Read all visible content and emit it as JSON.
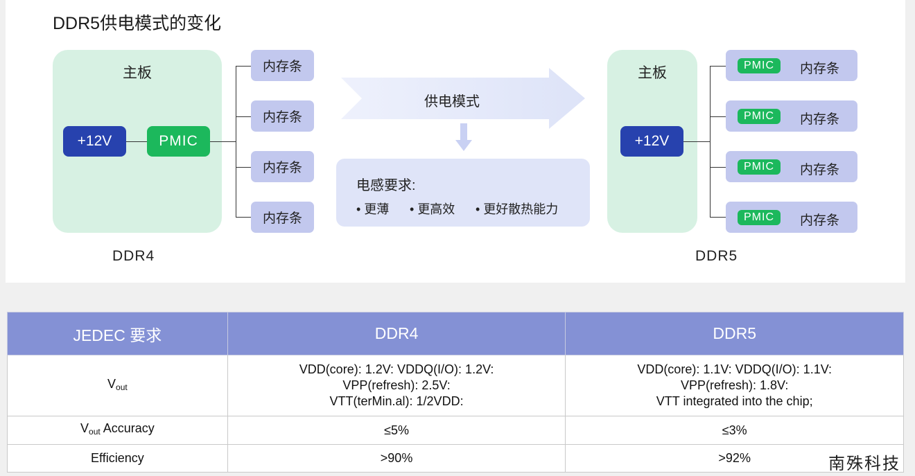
{
  "title": "DDR5供电模式的变化",
  "ddr4": {
    "board_label": "主板",
    "v12_label": "+12V",
    "pmic_label": "PMIC",
    "dimms": [
      "内存条",
      "内存条",
      "内存条",
      "内存条"
    ],
    "caption": "DDR4"
  },
  "center": {
    "arrow_label": "供电模式",
    "req_title": "电感要求:",
    "bullets": [
      "更薄",
      "更高效",
      "更好散热能力"
    ]
  },
  "ddr5": {
    "board_label": "主板",
    "v12_label": "+12V",
    "dimms": [
      {
        "pmic": "PMIC",
        "label": "内存条"
      },
      {
        "pmic": "PMIC",
        "label": "内存条"
      },
      {
        "pmic": "PMIC",
        "label": "内存条"
      },
      {
        "pmic": "PMIC",
        "label": "内存条"
      }
    ],
    "caption": "DDR5"
  },
  "table": {
    "headers": [
      "JEDEC 要求",
      "DDR4",
      "DDR5"
    ],
    "rows": [
      {
        "label_main": "V",
        "label_sub": "out",
        "label_suffix": "",
        "ddr4": [
          "VDD(core): 1.2V: VDDQ(I/O): 1.2V:",
          "VPP(refresh): 2.5V:",
          "VTT(terMin.al): 1/2VDD:"
        ],
        "ddr5": [
          "VDD(core): 1.1V: VDDQ(I/O): 1.1V:",
          "VPP(refresh): 1.8V:",
          "VTT integrated into the chip;"
        ]
      },
      {
        "label_main": "V",
        "label_sub": "out",
        "label_suffix": " Accuracy",
        "ddr4": [
          "≤5%"
        ],
        "ddr5": [
          "≤3%"
        ]
      },
      {
        "label_main": "Efficiency",
        "label_sub": "",
        "label_suffix": "",
        "ddr4": [
          ">90%"
        ],
        "ddr5": [
          ">92%"
        ]
      }
    ]
  },
  "watermark": "南殊科技"
}
